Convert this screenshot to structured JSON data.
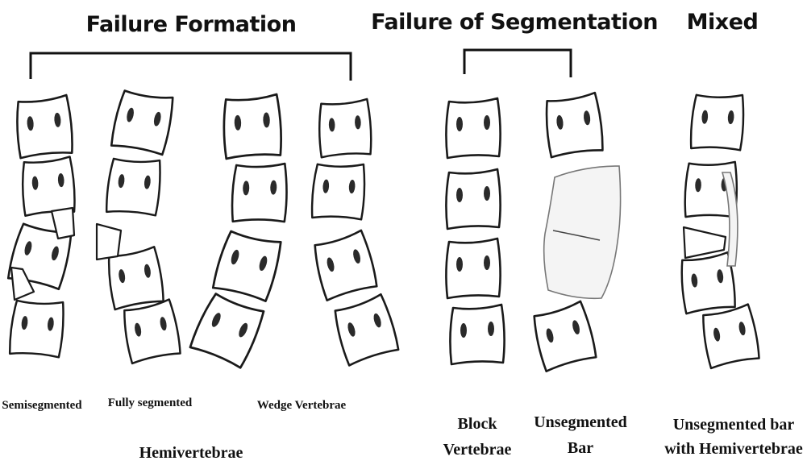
{
  "headings": {
    "failure_formation": "Failure Formation",
    "failure_segmentation": "Failure of Segmentation",
    "mixed": "Mixed"
  },
  "labels": {
    "semisegmented": "Semisegmented",
    "fully_segmented": "Fully segmented",
    "wedge_vertebrae": "Wedge Vertebrae",
    "hemivertebrae": "Hemivertebrae",
    "block_line1": "Block",
    "block_line2": "Vertebrae",
    "unseg_line1": "Unsegmented",
    "unseg_line2": "Bar",
    "mixed_line1": "Unsegmented bar",
    "mixed_line2": "with Hemivertebrae"
  }
}
